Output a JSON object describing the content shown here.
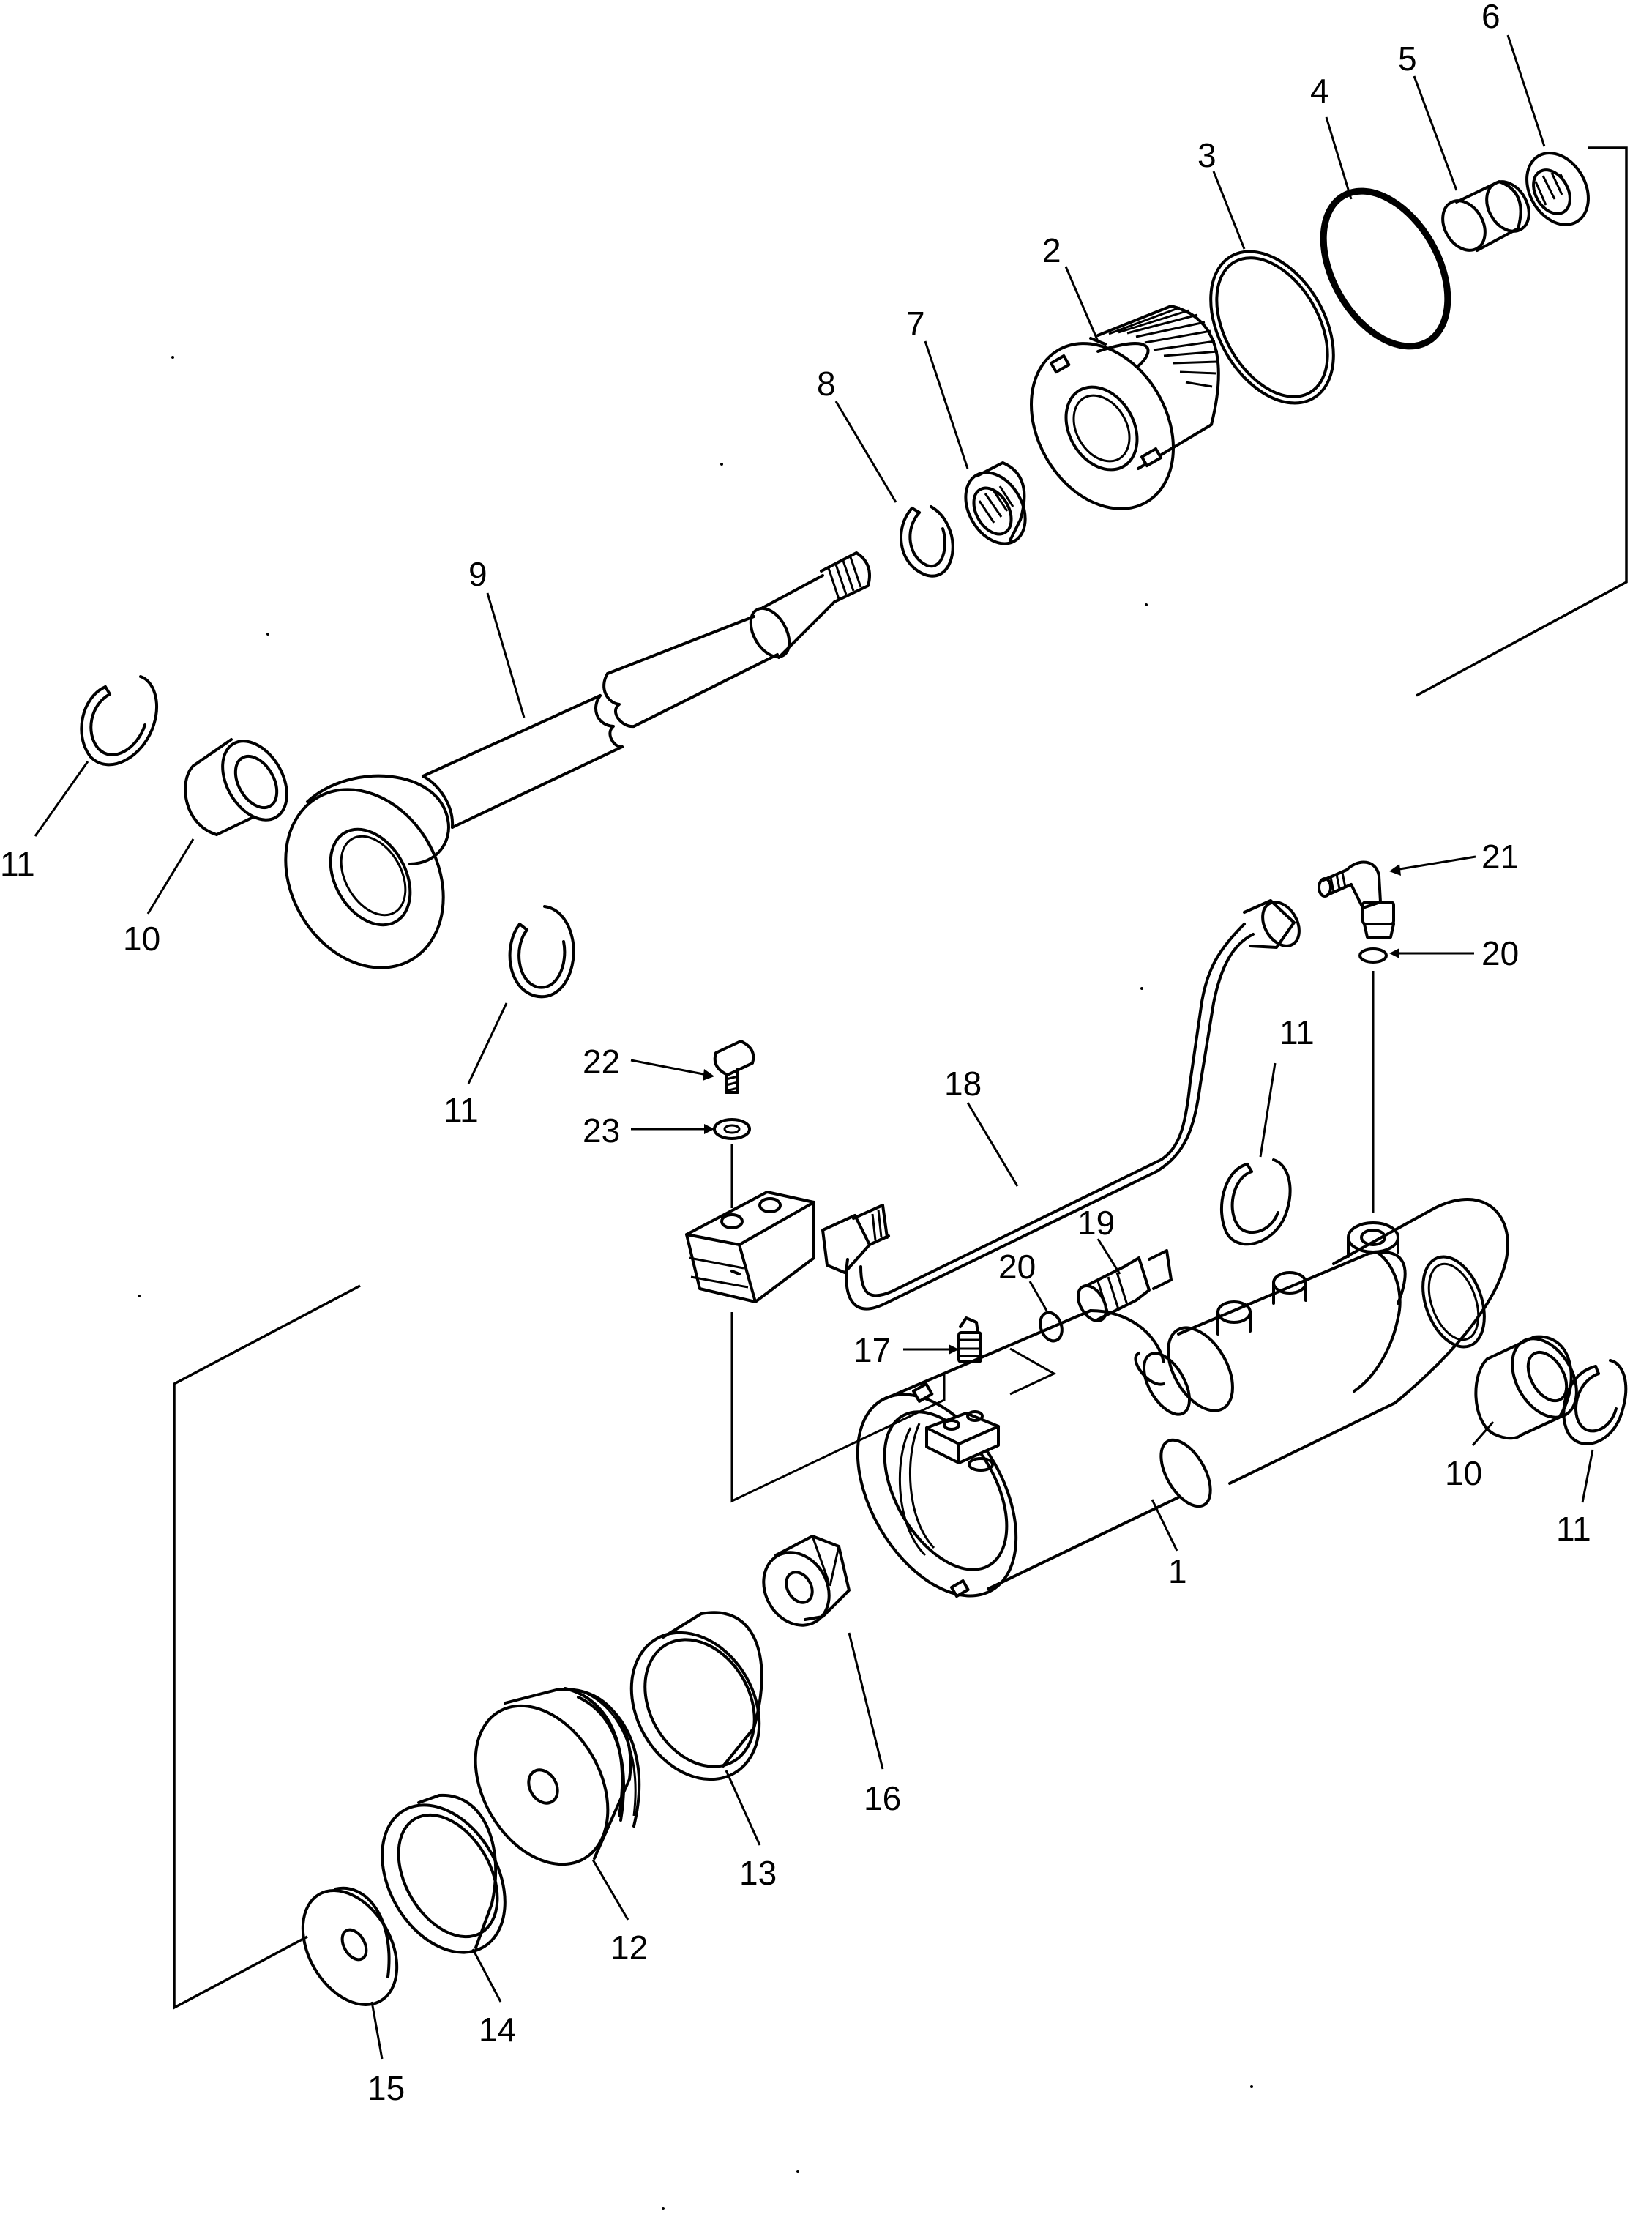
{
  "callouts": [
    {
      "id": "c1",
      "text": "1"
    },
    {
      "id": "c2",
      "text": "2"
    },
    {
      "id": "c3",
      "text": "3"
    },
    {
      "id": "c4",
      "text": "4"
    },
    {
      "id": "c5",
      "text": "5"
    },
    {
      "id": "c6",
      "text": "6"
    },
    {
      "id": "c7",
      "text": "7"
    },
    {
      "id": "c8",
      "text": "8"
    },
    {
      "id": "c9",
      "text": "9"
    },
    {
      "id": "c10a",
      "text": "10"
    },
    {
      "id": "c10b",
      "text": "10"
    },
    {
      "id": "c11a",
      "text": "11"
    },
    {
      "id": "c11b",
      "text": "11"
    },
    {
      "id": "c11c",
      "text": "11"
    },
    {
      "id": "c11d",
      "text": "11"
    },
    {
      "id": "c12",
      "text": "12"
    },
    {
      "id": "c13",
      "text": "13"
    },
    {
      "id": "c14",
      "text": "14"
    },
    {
      "id": "c15",
      "text": "15"
    },
    {
      "id": "c16",
      "text": "16"
    },
    {
      "id": "c17",
      "text": "17"
    },
    {
      "id": "c18",
      "text": "18"
    },
    {
      "id": "c19",
      "text": "19"
    },
    {
      "id": "c20a",
      "text": "20"
    },
    {
      "id": "c20b",
      "text": "20"
    },
    {
      "id": "c21",
      "text": "21"
    },
    {
      "id": "c22",
      "text": "22"
    },
    {
      "id": "c23",
      "text": "23"
    }
  ]
}
